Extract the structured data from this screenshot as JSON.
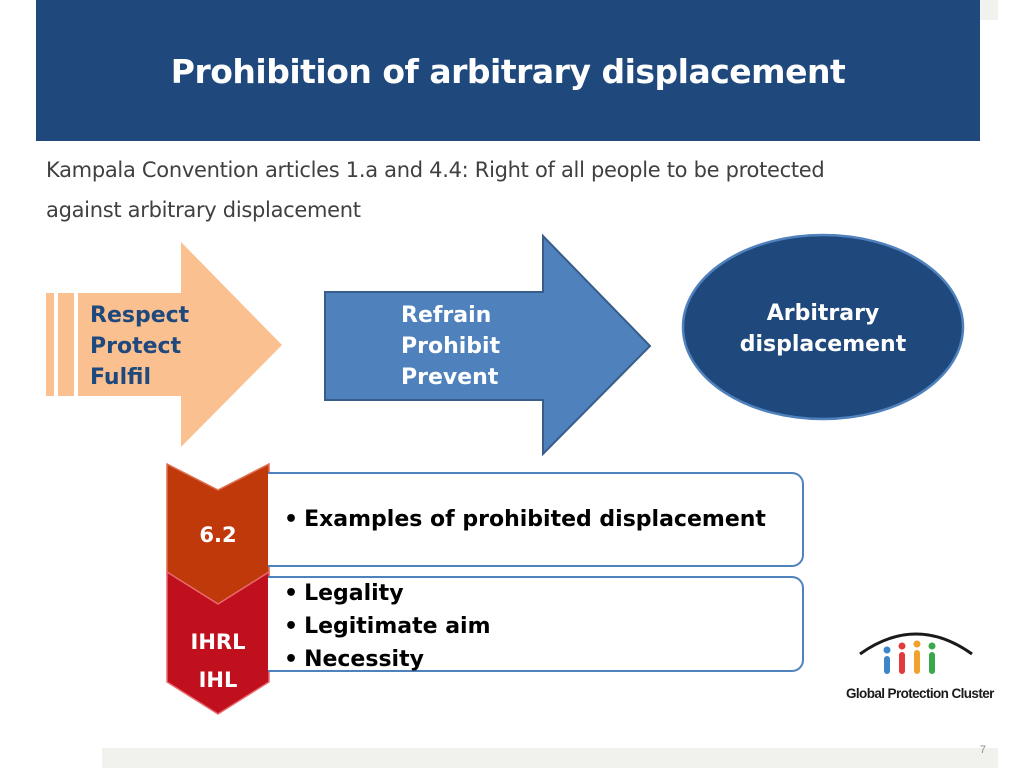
{
  "slide": {
    "title": "Prohibition of arbitrary displacement",
    "subtitle_line1": "Kampala Convention articles 1.a and 4.4: Right of all people to be protected",
    "subtitle_line2": "against arbitrary displacement",
    "page_number": "7"
  },
  "diagram": {
    "obligations_arrow": {
      "items": [
        "Respect",
        "Protect",
        "Fulfil"
      ],
      "color": "#fac090"
    },
    "actions_arrow": {
      "items": [
        "Refrain",
        "Prohibit",
        "Prevent"
      ],
      "color": "#4f81bd"
    },
    "outcome": {
      "line1": "Arbitrary",
      "line2": "displacement",
      "color": "#1f497d"
    }
  },
  "rows": [
    {
      "chevron_label": "6.2",
      "chevron_color": "#c0390b",
      "bullets": [
        "Examples of prohibited displacement"
      ]
    },
    {
      "chevron_label_line1": "IHRL",
      "chevron_label_line2": "IHL",
      "chevron_color": "#c0101e",
      "bullets": [
        "Legality",
        "Legitimate aim",
        "Necessity"
      ]
    }
  ],
  "logo": {
    "name": "Global Protection Cluster",
    "icon": "people-figures-icon"
  },
  "colors": {
    "header": "#1f497d",
    "box_border": "#4f81bd"
  }
}
